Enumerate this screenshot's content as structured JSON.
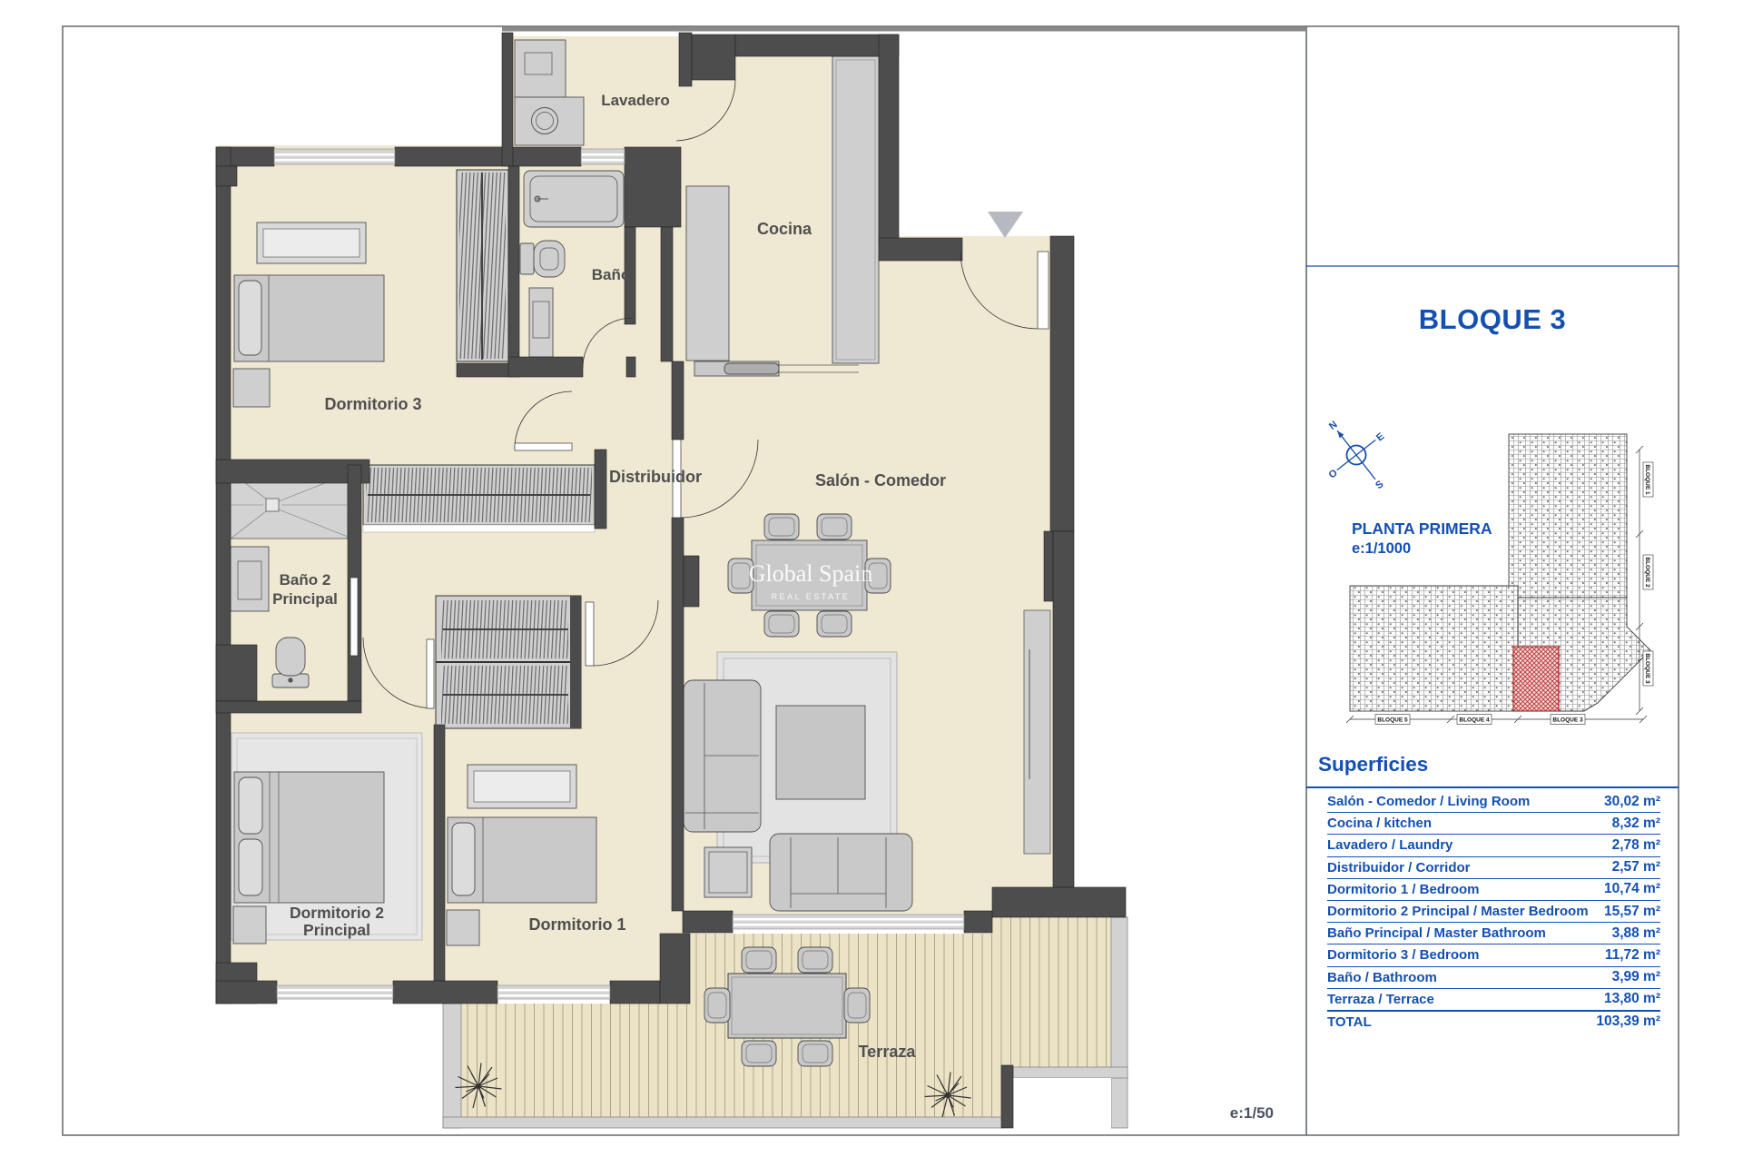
{
  "plan": {
    "rooms": {
      "lavadero": "Lavadero",
      "cocina": "Cocina",
      "bano": "Baño",
      "dormitorio3": "Dormitorio 3",
      "distribuidor": "Distribuidor",
      "salon": "Salón - Comedor",
      "bano2_line1": "Baño 2",
      "bano2_line2": "Principal",
      "dormitorio2_line1": "Dormitorio 2",
      "dormitorio2_line2": "Principal",
      "dormitorio1": "Dormitorio 1",
      "terraza": "Terraza"
    },
    "scale_label": "e:1/50",
    "watermark": {
      "line1": "Global Spain",
      "line2": "REAL ESTATE"
    }
  },
  "panel": {
    "title": "BLOQUE 3",
    "floor_label": "PLANTA PRIMERA",
    "floor_scale": "e:1/1000",
    "compass": {
      "n": "N",
      "e": "E",
      "s": "S",
      "o": "O"
    },
    "siteplan": {
      "bottom_labels": [
        "BLOQUE 5",
        "BLOQUE 4",
        "BLOQUE 3"
      ],
      "right_labels": [
        "BLOQUE 1",
        "BLOQUE 2",
        "BLOQUE 3"
      ]
    },
    "superficies": {
      "heading": "Superficies",
      "rows": [
        {
          "label": "Salón - Comedor / Living Room",
          "value": "30,02 m²"
        },
        {
          "label": "Cocina / kitchen",
          "value": "8,32 m²"
        },
        {
          "label": "Lavadero / Laundry",
          "value": "2,78 m²"
        },
        {
          "label": "Distribuidor / Corridor",
          "value": "2,57 m²"
        },
        {
          "label": "Dormitorio 1 / Bedroom",
          "value": "10,74 m²"
        },
        {
          "label": "Dormitorio 2 Principal / Master Bedroom",
          "value": "15,57 m²"
        },
        {
          "label": "Baño Principal / Master Bathroom",
          "value": "3,88 m²"
        },
        {
          "label": "Dormitorio 3 / Bedroom",
          "value": "11,72 m²"
        },
        {
          "label": "Baño / Bathroom",
          "value": "3,99 m²"
        },
        {
          "label": "Terraza  / Terrace",
          "value": "13,80 m²"
        },
        {
          "label": "TOTAL",
          "value": "103,39 m²"
        }
      ]
    }
  },
  "colors": {
    "accent_blue": "#1450b2",
    "wall_gray": "#4d4d4d",
    "floor_cream": "#efe8d2",
    "deck_cream": "#ece3c6",
    "highlight_red": "#c03030",
    "label_gray": "#4f4f4f"
  }
}
